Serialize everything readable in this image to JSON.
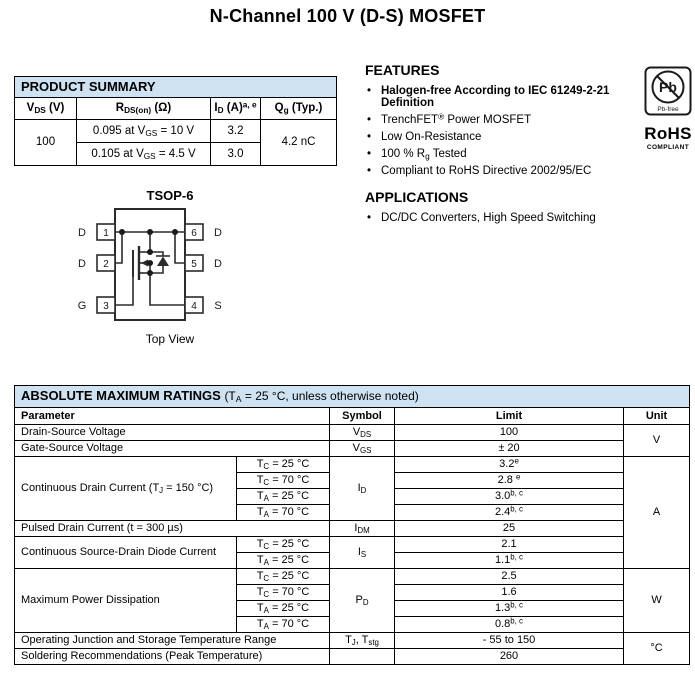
{
  "title": "N-Channel 100 V (D-S) MOSFET",
  "product_summary": {
    "title": "PRODUCT SUMMARY",
    "headers": [
      "V~DS~ (V)",
      "R~DS(on)~ (Ω)",
      "I~D~ (A)^a, e^",
      "Q~g~ (Typ.)"
    ],
    "vds": "100",
    "rows": [
      {
        "rdson": "0.095 at V~GS~ = 10 V",
        "id": "3.2"
      },
      {
        "rdson": "0.105 at V~GS~ = 4.5 V",
        "id": "3.0"
      }
    ],
    "qg": "4.2 nC"
  },
  "features": {
    "title": "FEATURES",
    "items": [
      "Halogen-free According to IEC 61249-2-21 Definition",
      "TrenchFET^®^ Power MOSFET",
      "Low On-Resistance",
      "100 % R~g~ Tested",
      "Compliant to RoHS Directive 2002/95/EC"
    ]
  },
  "applications": {
    "title": "APPLICATIONS",
    "items": [
      "DC/DC Converters, High Speed Switching"
    ]
  },
  "badge": {
    "pb": "Pb",
    "pb_free": "Pb-free",
    "rohs": "RoHS",
    "compliant": "COMPLIANT"
  },
  "package": {
    "name": "TSOP-6",
    "caption": "Top View",
    "pins_left": [
      {
        "n": "1",
        "label": "D"
      },
      {
        "n": "2",
        "label": "D"
      },
      {
        "n": "3",
        "label": "G"
      }
    ],
    "pins_right": [
      {
        "n": "6",
        "label": "D"
      },
      {
        "n": "5",
        "label": "D"
      },
      {
        "n": "4",
        "label": "S"
      }
    ]
  },
  "amr": {
    "title": "ABSOLUTE MAXIMUM RATINGS",
    "note": "(T~A~ = 25 °C, unless otherwise noted)",
    "headers": {
      "parameter": "Parameter",
      "symbol": "Symbol",
      "limit": "Limit",
      "unit": "Unit"
    },
    "vds": {
      "param": "Drain-Source Voltage",
      "symbol": "V~DS~",
      "limit": "100"
    },
    "vgs": {
      "param": "Gate-Source Voltage",
      "symbol": "V~GS~",
      "limit": "± 20"
    },
    "unit_v": "V",
    "id": {
      "param": "Continuous Drain Current (T~J~ = 150 °C)",
      "symbol": "I~D~",
      "conds": [
        "T~C~ = 25 °C",
        "T~C~ = 70 °C",
        "T~A~ = 25 °C",
        "T~A~ = 70 °C"
      ],
      "limits": [
        "3.2^e^",
        "2.8 ^e^",
        "3.0^b, c^",
        "2.4^b, c^"
      ]
    },
    "idm": {
      "param": "Pulsed Drain Current (t = 300 µs)",
      "symbol": "I~DM~",
      "limit": "25"
    },
    "unit_a": "A",
    "is": {
      "param": "Continuous Source-Drain Diode Current",
      "symbol": "I~S~",
      "conds": [
        "T~C~ = 25 °C",
        "T~A~ = 25 °C"
      ],
      "limits": [
        "2.1",
        "1.1^b, c^"
      ]
    },
    "pd": {
      "param": "Maximum Power Dissipation",
      "symbol": "P~D~",
      "conds": [
        "T~C~ = 25 °C",
        "T~C~ = 70 °C",
        "T~A~ = 25 °C",
        "T~A~ = 70 °C"
      ],
      "limits": [
        "2.5",
        "1.6",
        "1.3^b, c^",
        "0.8^b, c^"
      ]
    },
    "unit_w": "W",
    "tj": {
      "param": "Operating Junction and Storage Temperature Range",
      "symbol": "T~J~, T~stg~",
      "limit": "- 55 to 150"
    },
    "solder": {
      "param": "Soldering Recommendations (Peak Temperature)",
      "symbol": "",
      "limit": "260"
    },
    "unit_c": "°C"
  }
}
